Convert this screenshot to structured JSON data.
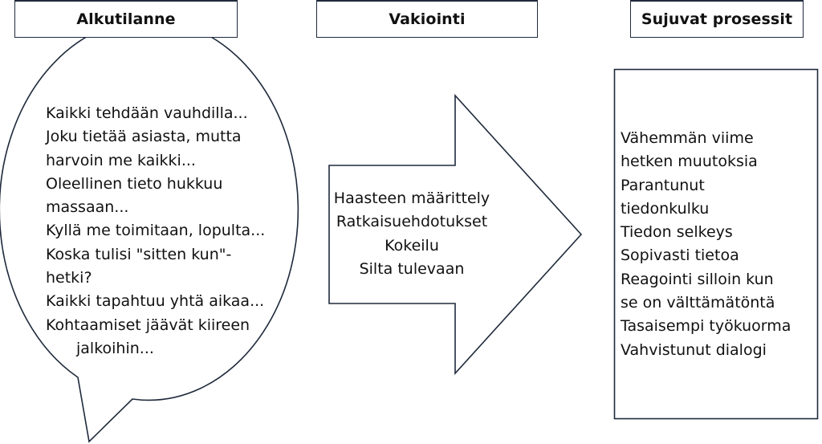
{
  "colors": {
    "stroke": "#1f2a3c",
    "text": "#111111",
    "background": "#ffffff"
  },
  "headers": [
    {
      "label": "Alkutilanne"
    },
    {
      "label": "Vakiointi"
    },
    {
      "label": "Sujuvat prosessit"
    }
  ],
  "bubble": {
    "shape": "speech-bubble",
    "lines": [
      "Kaikki tehdään vauhdilla...",
      "Joku tietää asiasta, mutta",
      "harvoin me kaikki...",
      "Oleellinen tieto hukkuu",
      "massaan...",
      "Kyllä me toimitaan, lopulta...",
      "Koska tulisi \"sitten kun\"-",
      "hetki?",
      "Kaikki tapahtuu yhtä aikaa...",
      "Kohtaamiset jäävät kiireen",
      "jalkoihin..."
    ]
  },
  "arrow": {
    "shape": "right-arrow",
    "lines": [
      "Haasteen määrittely",
      "Ratkaisuehdotukset",
      "Kokeilu",
      "Silta tulevaan"
    ]
  },
  "outcome_box": {
    "shape": "rectangle",
    "lines": [
      "Vähemmän viime",
      "hetken muutoksia",
      "Parantunut",
      "tiedonkulku",
      "Tiedon selkeys",
      "Sopivasti tietoa",
      "Reagointi silloin kun",
      "se on välttämätöntä",
      "Tasaisempi työkuorma",
      "Vahvistunut dialogi"
    ]
  }
}
